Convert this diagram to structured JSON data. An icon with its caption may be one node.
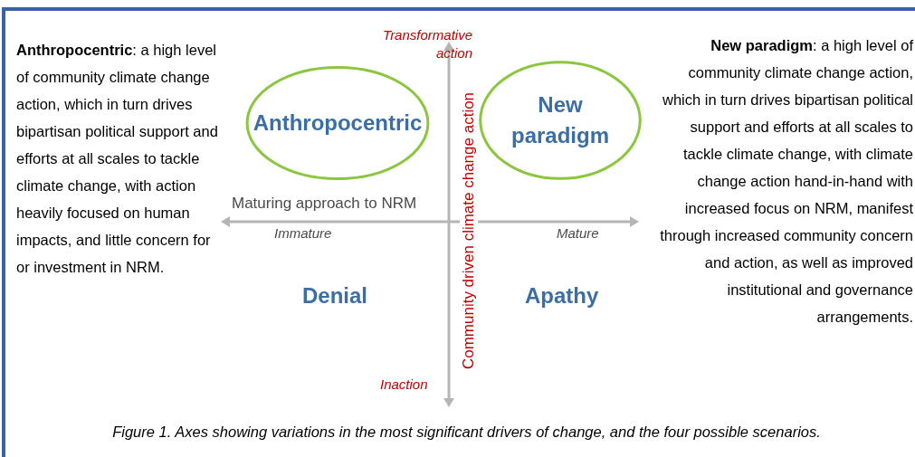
{
  "diagram": {
    "caption": "Figure 1. Axes showing variations in the most significant drivers of change, and the four possible scenarios.",
    "nodes": [
      {
        "text": [
          "Anthropocentric"
        ]
      },
      {
        "text": [
          "New paradigm"
        ]
      }
    ],
    "labels": [
      "**Anthropocentric**: a high level of community climate change action, which in turn drives bipartisan political support and efforts at all scales to tackle climate change, with action heavily focused on human impacts, and little concern for or investment in NRM.",
      "Transformative action",
      "**New paradigm**: a high level of community climate change action, which in turn drives bipartisan political support and efforts at all scales to tackle climate change, with climate change action hand-in-hand with increased focus on NRM, manifest through increased community concern and action, as well as improved institutional and governance arrangements.",
      "Community driven climate change action",
      "Maturing approach to NRM",
      "Immature",
      "Mature",
      "Denial",
      "Apathy",
      "Inaction"
    ]
  }
}
